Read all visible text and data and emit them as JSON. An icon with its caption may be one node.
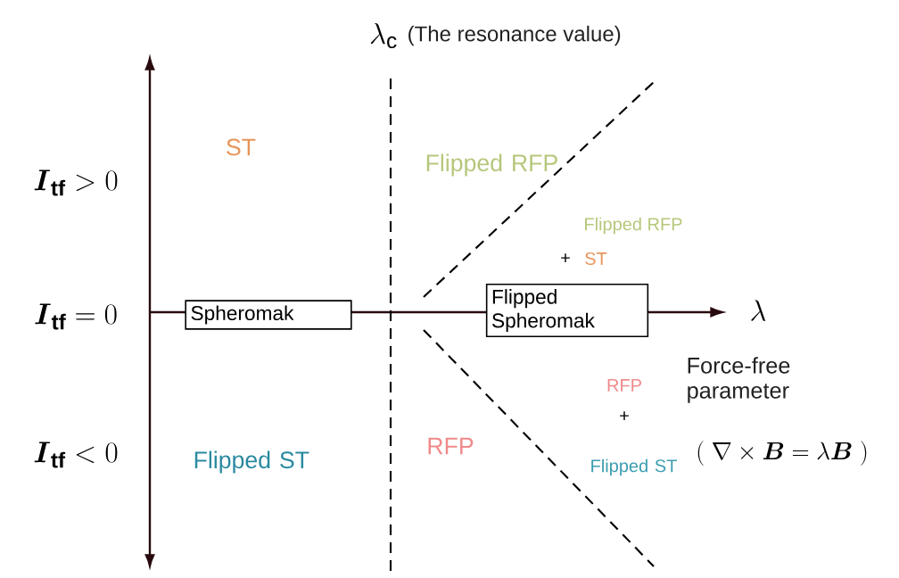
{
  "diagram": {
    "nodes": [
      {
        "text": [
          "Spheromak"
        ]
      },
      {
        "text": [
          "Flipped Spheromak"
        ]
      }
    ],
    "labels": [
      "\\lambda_{\\mathrm{c}}",
      "(The resonance value)",
      "ST",
      "Flipped RFP",
      "\\boldsymbol{I}_{\\mathbf{tf}} > 0",
      "Flipped RFP",
      "+",
      "ST",
      "\\boldsymbol{I}_{\\mathbf{tf}} = 0",
      "\\lambda",
      "Force-free parameter",
      "RFP",
      "+",
      "\\boldsymbol{I}_{\\mathbf{tf}} < 0",
      "Flipped ST",
      "RFP",
      "Flipped ST",
      "(\\;\\nabla\\times\\boldsymbol{B} = \\lambda\\boldsymbol{B}\\;)"
    ]
  }
}
